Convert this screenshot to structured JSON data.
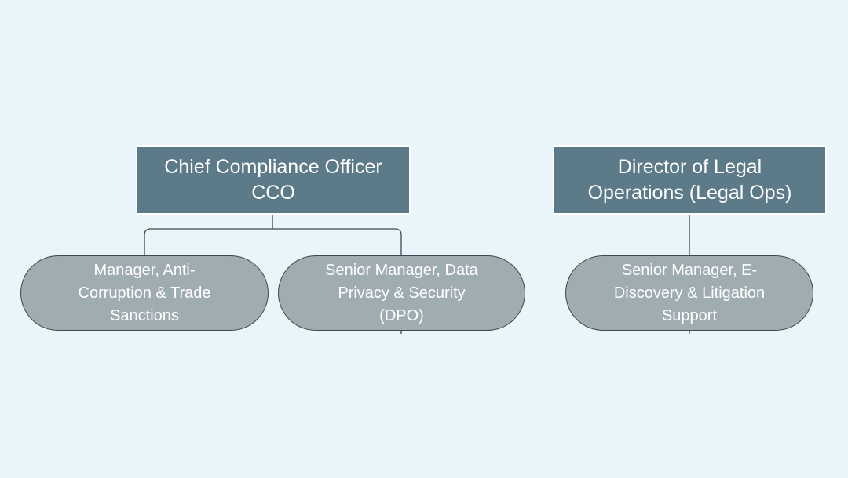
{
  "chart": {
    "heads": [
      {
        "lines": [
          "Chief Compliance Officer",
          "CCO"
        ]
      },
      {
        "lines": [
          "Director of Legal",
          "Operations (Legal Ops)"
        ]
      }
    ],
    "reports": [
      {
        "lines": [
          "Manager, Anti-",
          "Corruption & Trade",
          "Sanctions"
        ]
      },
      {
        "lines": [
          "Senior Manager, Data",
          "Privacy & Security",
          "(DPO)"
        ]
      },
      {
        "lines": [
          "Senior Manager, E-",
          "Discovery & Litigation",
          "Support"
        ]
      }
    ]
  },
  "colors": {
    "background": "#e9f5fb",
    "head_fill": "#5c7a88",
    "report_fill": "#9fadb3",
    "connector": "#3a4a52"
  }
}
